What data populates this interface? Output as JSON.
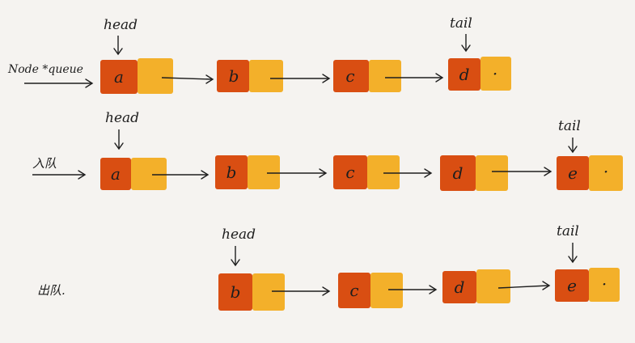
{
  "colors": {
    "data_cell": "#d94e12",
    "next_cell": "#f3b02a",
    "stroke": "#1e1e1e",
    "background": "#f5f3f0"
  },
  "rows": [
    {
      "label": "Node *queue",
      "head_label": "head",
      "tail_label": "tail",
      "nodes": [
        "a",
        "b",
        "c",
        "d"
      ],
      "null_marker": "·"
    },
    {
      "label": "入队",
      "head_label": "head",
      "tail_label": "tail",
      "nodes": [
        "a",
        "b",
        "c",
        "d",
        "e"
      ],
      "null_marker": "·"
    },
    {
      "label": "出队.",
      "head_label": "head",
      "tail_label": "tail",
      "nodes": [
        "b",
        "c",
        "d",
        "e"
      ],
      "null_marker": "·"
    }
  ]
}
